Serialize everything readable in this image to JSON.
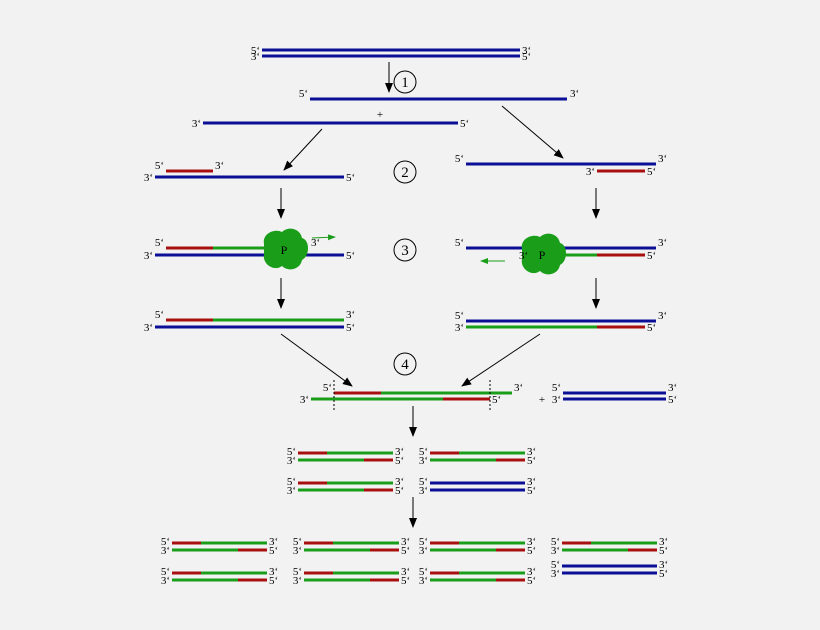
{
  "labels": {
    "five": "5‘",
    "three": "3‘",
    "plus": "+",
    "polymerase": "P"
  },
  "steps": [
    "1",
    "2",
    "3",
    "4"
  ],
  "colors": {
    "background": "#f2f2f2",
    "template": "#0a0f96",
    "primer": "#a81010",
    "new_strand": "#1a9e1a",
    "polymerase": "#1a9e1a",
    "arrow": "#000000"
  }
}
